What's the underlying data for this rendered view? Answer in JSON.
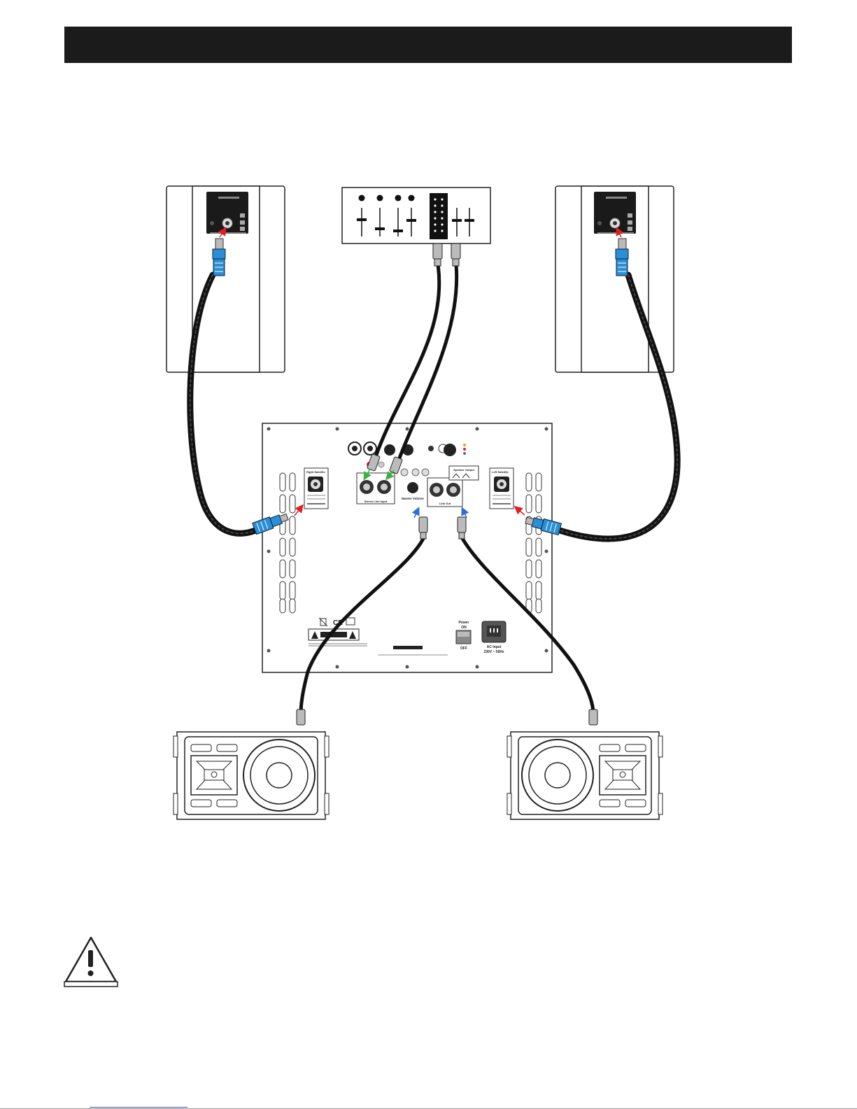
{
  "panel": {
    "power_title": "Power",
    "power_on": "ON",
    "power_off": "OFF",
    "ac_input": "AC Input",
    "ac_spec": "230V ~ 50Hz",
    "right_satellite": "Right Satellite",
    "left_satellite": "Left Satellite",
    "line_input": "Stereo Line Input",
    "master_volume": "Master Volume",
    "link_out": "Link Out",
    "speaker_output": "Speaker Output"
  },
  "colors": {
    "cable": "#111111",
    "speakon_blue": "#2a8fd6",
    "arrow_red": "#e02020",
    "arrow_green": "#3cb043",
    "arrow_blue": "#2a6fd6",
    "header": "#1b1b1b"
  },
  "icons": [
    "warning-triangle-icon",
    "ce-mark-icon",
    "weee-bin-icon"
  ]
}
